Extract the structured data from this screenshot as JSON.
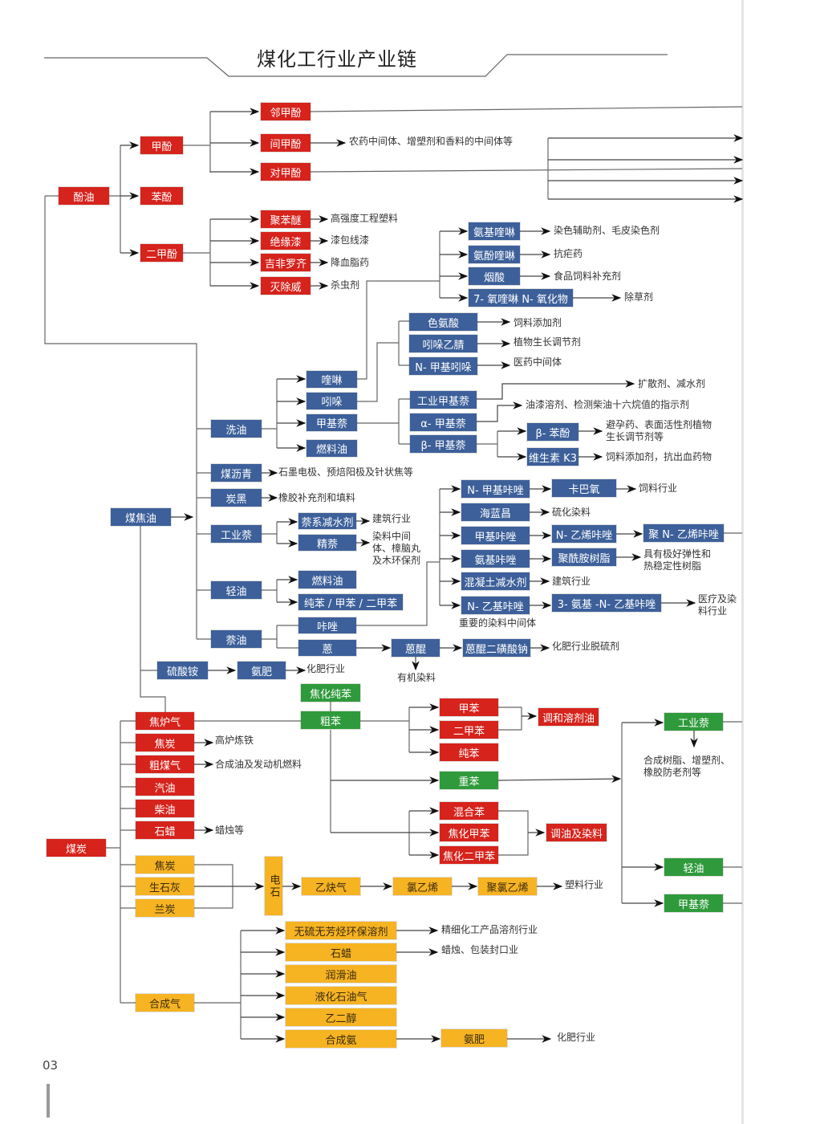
{
  "title": "煤化工行业产业链",
  "page_number": "03",
  "colors": {
    "red": "#d6231c",
    "blue": "#3d609a",
    "green": "#2f9a3b",
    "orange": "#f6b322",
    "line": "#555555"
  },
  "nodes": [
    "酚油",
    "甲酚",
    "苯酚",
    "二甲酚",
    "邻甲酚",
    "间甲酚",
    "对甲酚",
    "聚苯醚",
    "绝缘漆",
    "吉非罗齐",
    "灭除威",
    "氨基喹啉",
    "氨酚喹啉",
    "烟酸",
    "7- 氧喹啉 N- 氧化物",
    "色氨酸",
    "吲哚乙腈",
    "N- 甲基吲哚",
    "工业甲基萘",
    "α- 甲基萘",
    "β- 甲基萘",
    "β- 苯酚",
    "维生素 K3",
    "喹啉",
    "吲哚",
    "甲基萘",
    "燃料油",
    "洗油",
    "煤沥青",
    "炭黑",
    "煤焦油",
    "工业萘",
    "萘系减水剂",
    "精萘",
    "轻油",
    "燃料油",
    "纯苯 / 甲苯 / 二甲苯",
    "咔唑",
    "蒽",
    "萘油",
    "硫酸铵",
    "氨肥",
    "蒽醌",
    "蒽醌二磺酸钠",
    "N- 甲基咔唑",
    "海蓝昌",
    "甲基咔唑",
    "氨基咔唑",
    "混凝土减水剂",
    "N- 乙基咔唑",
    "卡巴氧",
    "N- 乙烯咔唑",
    "聚 N- 乙烯咔唑",
    "聚酰胺树脂",
    "3- 氨基 -N- 乙基咔唑",
    "煤炭",
    "焦炉气",
    "焦炭",
    "粗煤气",
    "汽油",
    "柴油",
    "石蜡",
    "焦化纯苯",
    "粗苯",
    "甲苯",
    "二甲苯",
    "纯苯",
    "调和溶剂油",
    "重苯",
    "混合苯",
    "焦化甲苯",
    "焦化二甲苯",
    "调油及染料",
    "工业萘",
    "轻油",
    "甲基萘",
    "焦炭",
    "生石灰",
    "兰炭",
    "电石",
    "乙炔气",
    "氯乙烯",
    "聚氯乙烯",
    "无硫无芳烃环保溶剂",
    "石蜡",
    "润滑油",
    "液化石油气",
    "乙二醇",
    "合成氨",
    "氨肥",
    "合成气"
  ],
  "notes": [
    "农药中间体、增塑剂和香料的中间体等",
    "高强度工程塑料",
    "漆包线漆",
    "降血脂药",
    "杀虫剂",
    "染色辅助剂、毛皮染色剂",
    "抗疟药",
    "食品饲料补充剂",
    "除草剂",
    "饲料添加剂",
    "植物生长调节剂",
    "医药中间体",
    "扩散剂、减水剂",
    "油漆溶剂、检测柴油十六烷值的指示剂",
    "避孕药、表面活性剂植物\n生长调节剂等",
    "饲料添加剂，抗出血药物",
    "石墨电极、预焙阳极及针状焦等",
    "橡胶补充剂和填料",
    "建筑行业",
    "染料中间\n体、樟脑丸\n及木环保剂",
    "饲料行业",
    "硫化染料",
    "具有极好弹性和\n热稳定性树脂",
    "建筑行业",
    "医疗及染\n料行业",
    "重要的染料中间体",
    "化肥行业脱硫剂",
    "有机染料",
    "化肥行业",
    "高炉炼铁",
    "合成油及发动机燃料",
    "蜡烛等",
    "合成树脂、增塑剂、\n橡胶防老剂等",
    "塑料行业",
    "精细化工产品溶剂行业",
    "蜡烛、包装封口业",
    "化肥行业"
  ]
}
